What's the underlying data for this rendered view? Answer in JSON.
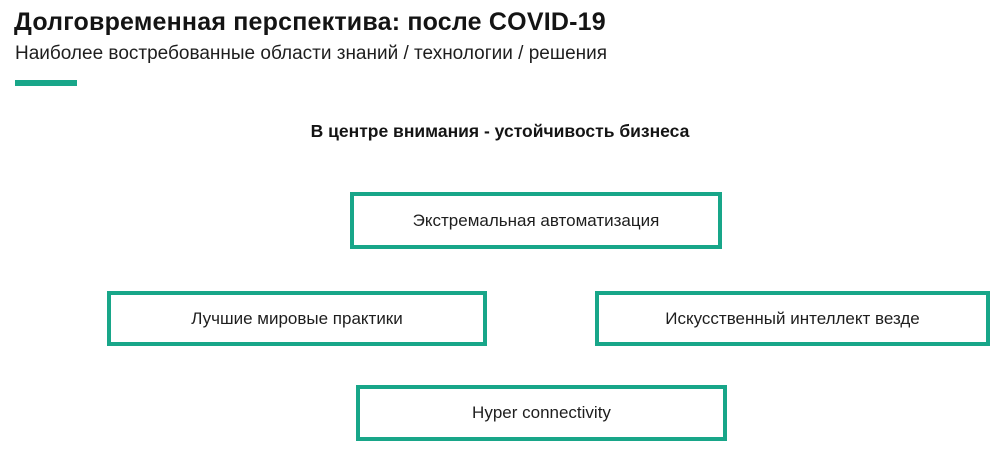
{
  "slide": {
    "title": "Долговременная перспектива: после COVID-19",
    "subtitle": "Наиболее востребованные области знаний / технологии / решения",
    "focus_heading": "В центре внимания - устойчивость бизнеса",
    "accent_color": "#18A689",
    "boxes": [
      {
        "label": "Экстремальная автоматизация"
      },
      {
        "label": "Лучшие мировые практики"
      },
      {
        "label": "Искусственный интеллект везде"
      },
      {
        "label": "Hyper connectivity"
      }
    ]
  }
}
